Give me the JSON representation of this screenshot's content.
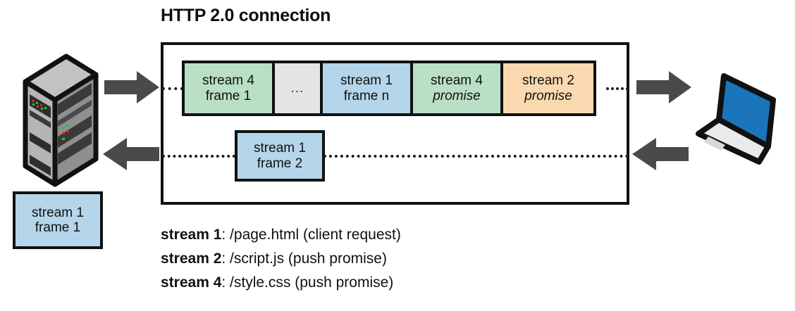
{
  "diagram": {
    "title": "HTTP 2.0 connection",
    "colors": {
      "green": "#b9dfc4",
      "blue": "#b4d5ea",
      "orange": "#fad9b0",
      "gray": "#e4e4e4",
      "stroke": "#111111",
      "arrow": "#4a4a4a",
      "laptop_screen": "#1b75bb",
      "server_body": "#9a9a9a"
    },
    "endpoints": {
      "left": "server-icon",
      "right": "laptop-icon"
    },
    "arrows": [
      {
        "name": "arrow-server-to-connection",
        "direction": "right"
      },
      {
        "name": "arrow-connection-to-server",
        "direction": "left"
      },
      {
        "name": "arrow-connection-to-client",
        "direction": "right"
      },
      {
        "name": "arrow-client-to-connection",
        "direction": "left"
      }
    ],
    "frame_strip": [
      {
        "line1": "stream 4",
        "line2": "frame 1",
        "italic2": false,
        "color": "#b9dfc4",
        "width": 128
      },
      {
        "line1": "",
        "line2": "...",
        "italic2": false,
        "color": "#e4e4e4",
        "width": 68,
        "ellipsis": true
      },
      {
        "line1": "stream 1",
        "line2": "frame n",
        "italic2": false,
        "color": "#b4d5ea",
        "width": 128
      },
      {
        "line1": "stream 4",
        "line2": "promise",
        "italic2": true,
        "color": "#b9dfc4",
        "width": 128
      },
      {
        "line1": "stream 2",
        "line2": "promise",
        "italic2": true,
        "color": "#fad9b0",
        "width": 128
      }
    ],
    "inbound_frame": {
      "line1": "stream 1",
      "line2": "frame 2",
      "color": "#b4d5ea"
    },
    "pending_frame": {
      "line1": "stream 1",
      "line2": "frame 1",
      "color": "#b4d5ea"
    },
    "legend": [
      {
        "label": "stream 1",
        "text": ": /page.html  (client request)"
      },
      {
        "label": "stream 2",
        "text": ": /script.js  (push promise)"
      },
      {
        "label": "stream 4",
        "text": ": /style.css  (push promise)"
      }
    ]
  }
}
